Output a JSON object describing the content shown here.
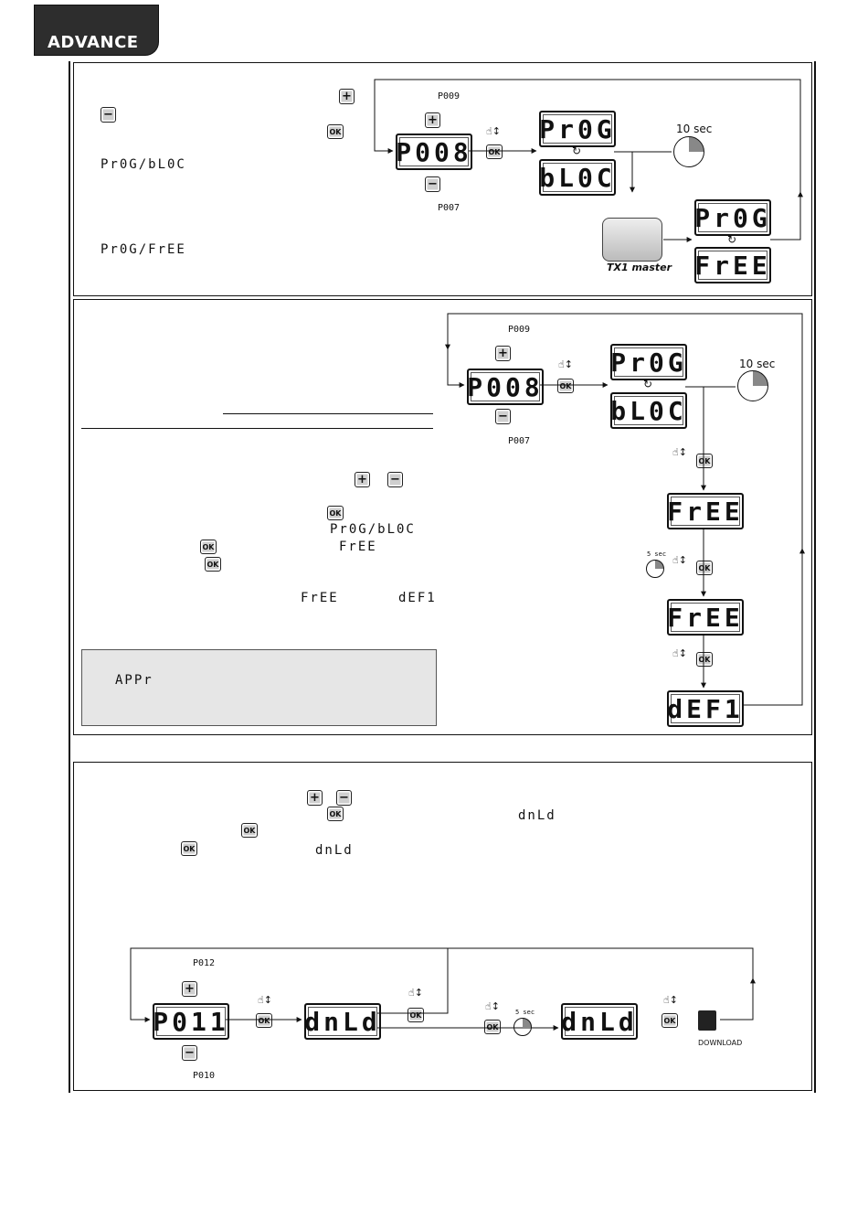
{
  "header": {
    "title": "ADVANCE"
  },
  "panel1": {
    "inline_codes": [
      "Pr0G/bL0C",
      "Pr0G/FrEE"
    ],
    "display_main": "P008",
    "label_up": "P009",
    "label_down": "P007",
    "display_prog": "Pr0G",
    "display_bloc": "bL0C",
    "timer_label": "10 sec",
    "display_prog2": "Pr0G",
    "display_free": "FrEE",
    "tx_label": "TX1 master"
  },
  "panel2": {
    "display_main": "P008",
    "label_up": "P009",
    "label_down": "P007",
    "display_prog": "Pr0G",
    "display_bloc": "bL0C",
    "timer_label": "10 sec",
    "display_free_blink": "FrEE",
    "small_timer_label": "5 sec",
    "display_free": "FrEE",
    "display_def": "dEF1",
    "inline_codes": [
      "Pr0G/bL0C",
      "FrEE",
      "FrEE",
      "dEF1"
    ],
    "note_code": "APPr"
  },
  "panel3": {
    "inline_codes": [
      "dnLd",
      "dnLd"
    ],
    "display_main": "P011",
    "label_up": "P012",
    "label_down": "P010",
    "display_dnld_blink": "dnLd",
    "small_timer_label": "5 sec",
    "display_dnld": "dnLd",
    "download_label": "DOWNLOAD"
  },
  "buttons": {
    "plus": "+",
    "minus": "−",
    "ok": "OK"
  }
}
